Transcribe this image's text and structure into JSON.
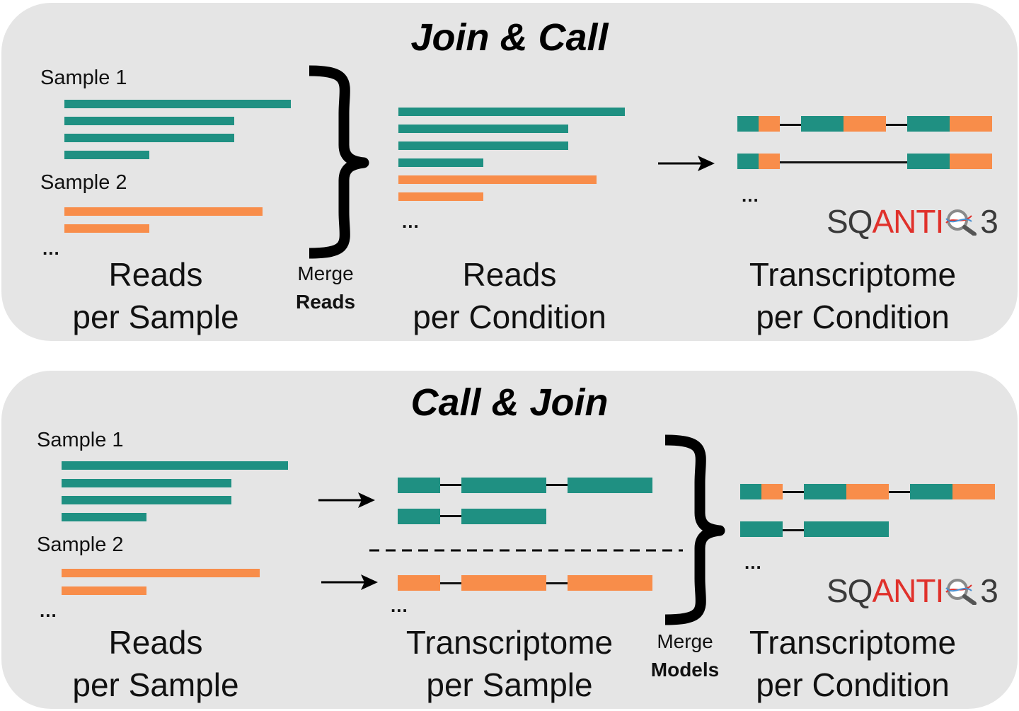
{
  "top_panel": {
    "title": "Join & Call",
    "sample1": "Sample 1",
    "sample2": "Sample 2",
    "dots": "...",
    "reads_line1": "Reads",
    "reads_line2": "per Sample",
    "merge_line1": "Merge",
    "merge_line2": "Reads",
    "cond_line1": "Reads",
    "cond_line2": "per Condition",
    "trans_line1": "Transcriptome",
    "trans_line2": "per Condition",
    "logo_pre": "SQ",
    "logo_acc": "ANTI",
    "logo_post": "3"
  },
  "bottom_panel": {
    "title": "Call & Join",
    "sample1": "Sample 1",
    "sample2": "Sample 2",
    "dots": "...",
    "reads_line1": "Reads",
    "reads_line2": "per Sample",
    "trans_s_line1": "Transcriptome",
    "trans_s_line2": "per Sample",
    "merge_line1": "Merge",
    "merge_line2": "Models",
    "trans_c_line1": "Transcriptome",
    "trans_c_line2": "per Condition",
    "logo_pre": "SQ",
    "logo_acc": "ANTI",
    "logo_post": "3"
  },
  "colors": {
    "teal": "#1f9082",
    "orange": "#f88d4a",
    "panel": "#e5e5e5"
  },
  "icons": [
    "right-brace-icon",
    "right-arrow-icon",
    "magnifier-icon"
  ]
}
